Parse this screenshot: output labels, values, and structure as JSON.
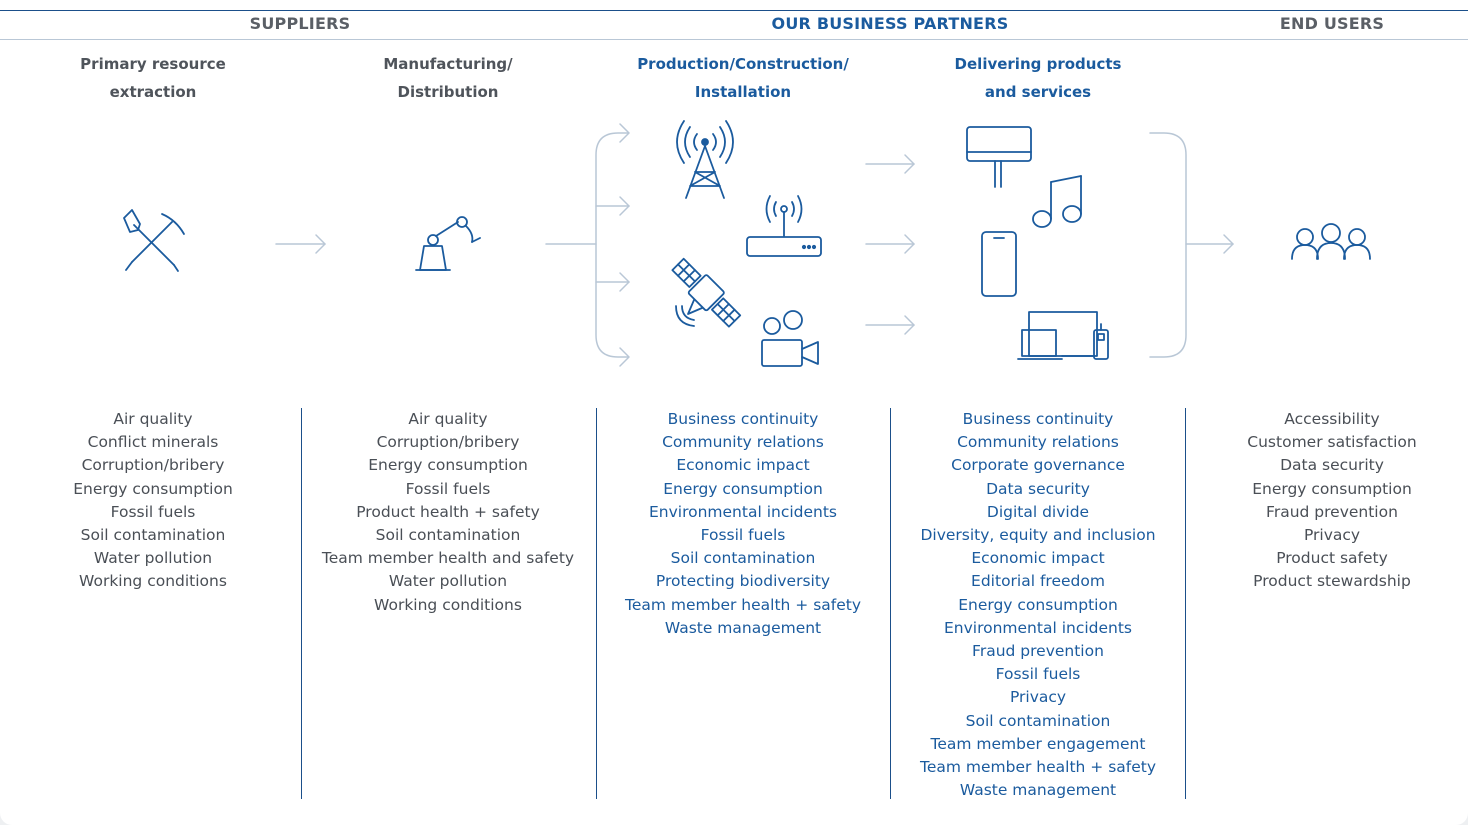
{
  "sections": {
    "suppliers": "SUPPLIERS",
    "partners": "OUR BUSINESS PARTNERS",
    "end_users": "END USERS"
  },
  "stages": [
    {
      "line1": "Primary resource",
      "line2": "extraction",
      "icon": "pickaxe-shovel-icon"
    },
    {
      "line1": "Manufacturing/",
      "line2": "Distribution",
      "icon": "robot-arm-icon"
    },
    {
      "line1": "Production/Construction/",
      "line2": "Installation",
      "icons": [
        "cell-tower-icon",
        "router-icon",
        "satellite-icon",
        "video-camera-icon"
      ]
    },
    {
      "line1": "Delivering products",
      "line2": "and services",
      "icons": [
        "tv-icon",
        "music-note-icon",
        "smartphone-icon",
        "devices-icon"
      ]
    },
    {
      "icon": "users-icon"
    }
  ],
  "lists": {
    "extraction": [
      "Air quality",
      "Conflict minerals",
      "Corruption/bribery",
      "Energy consumption",
      "Fossil fuels",
      "Soil contamination",
      "Water pollution",
      "Working conditions"
    ],
    "manufacturing": [
      "Air quality",
      "Corruption/bribery",
      "Energy consumption",
      "Fossil fuels",
      "Product health + safety",
      "Soil contamination",
      "Team member health and safety",
      "Water pollution",
      "Working conditions"
    ],
    "production": [
      "Business continuity",
      "Community relations",
      "Economic impact",
      "Energy consumption",
      "Environmental incidents",
      "Fossil fuels",
      "Soil contamination",
      "Protecting biodiversity",
      "Team member health + safety",
      "Waste management"
    ],
    "delivering": [
      "Business continuity",
      "Community relations",
      "Corporate governance",
      "Data security",
      "Digital divide",
      "Diversity, equity and inclusion",
      "Economic impact",
      "Editorial freedom",
      "Energy consumption",
      "Environmental incidents",
      "Fraud prevention",
      "Fossil fuels",
      "Privacy",
      "Soil contamination",
      "Team member engagement",
      "Team member health + safety",
      "Waste management"
    ],
    "end_users": [
      "Accessibility",
      "Customer satisfaction",
      "Data security",
      "Energy consumption",
      "Fraud prevention",
      "Privacy",
      "Product safety",
      "Product stewardship"
    ]
  },
  "colors": {
    "brand_blue": "#1b5b9e",
    "text_gray": "#4a4f56",
    "connector_gray": "#b9c7d6",
    "background": "#eef0f2"
  }
}
